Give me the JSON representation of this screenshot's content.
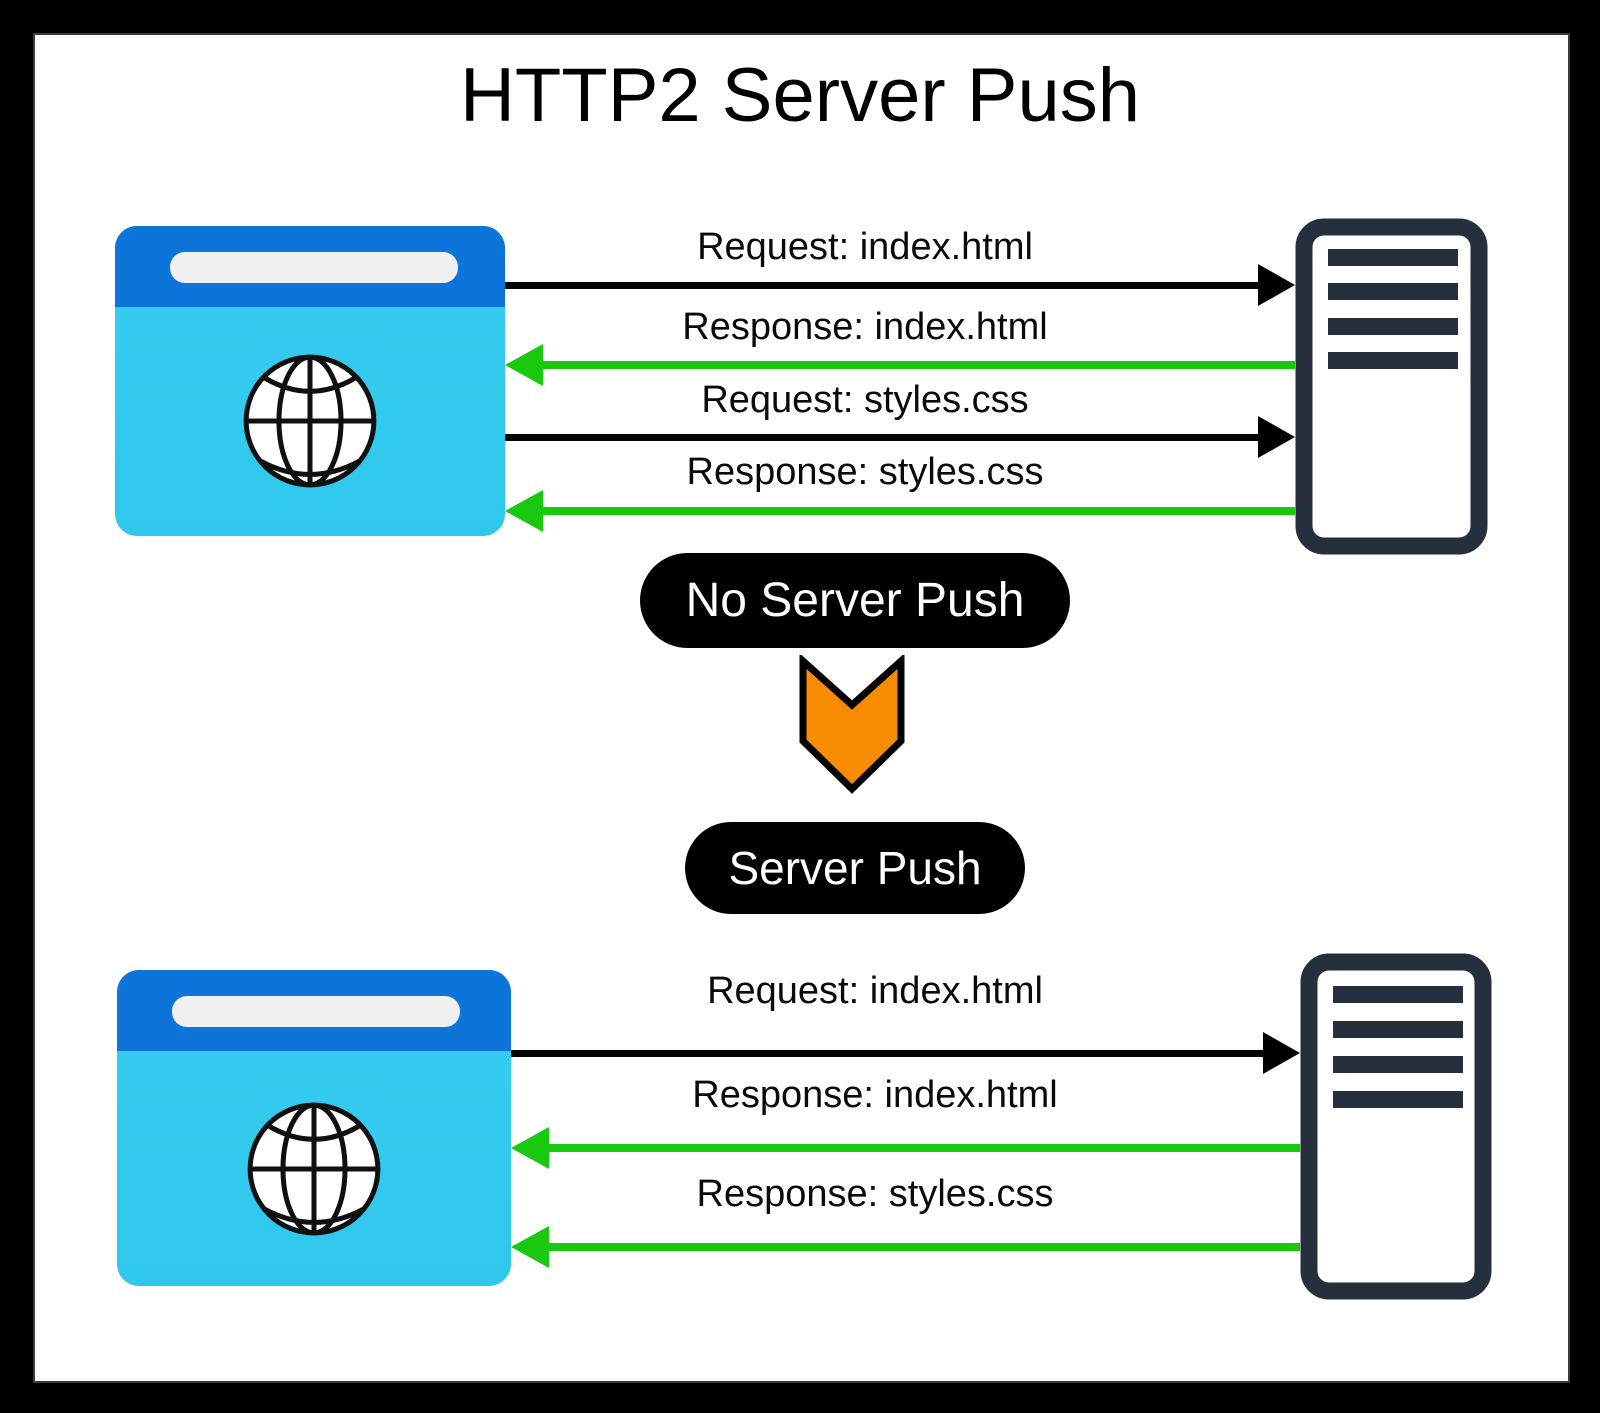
{
  "title": "HTTP2 Server Push",
  "colors": {
    "frame-bg": "#000000",
    "canvas-bg": "#ffffff",
    "browser-bar": "#0d74d9",
    "browser-body": "#38cdf1",
    "browser-body-2": "#2fc7ec",
    "address-bar": "#f0f0f0",
    "server-dark": "#252f3d",
    "request-arrow": "#000000",
    "response-arrow": "#18c90f",
    "badge-bg": "#000000",
    "badge-text": "#ffffff",
    "push-chevron": "#f88c00"
  },
  "no_push_flow": {
    "badge": "No Server Push",
    "messages": [
      {
        "text": "Request: index.html",
        "type": "request",
        "direction": "to-server"
      },
      {
        "text": "Response: index.html",
        "type": "response",
        "direction": "to-browser"
      },
      {
        "text": "Request: styles.css",
        "type": "request",
        "direction": "to-server"
      },
      {
        "text": "Response: styles.css",
        "type": "response",
        "direction": "to-browser"
      }
    ]
  },
  "push_flow": {
    "badge": "Server Push",
    "messages": [
      {
        "text": "Request: index.html",
        "type": "request",
        "direction": "to-server"
      },
      {
        "text": "Response: index.html",
        "type": "response",
        "direction": "to-browser"
      },
      {
        "text": "Response: styles.css",
        "type": "response",
        "direction": "to-browser"
      }
    ]
  },
  "icons": {
    "browser": "browser-window-globe-icon",
    "server": "server-tower-icon",
    "transition": "down-chevron-arrow-icon"
  }
}
